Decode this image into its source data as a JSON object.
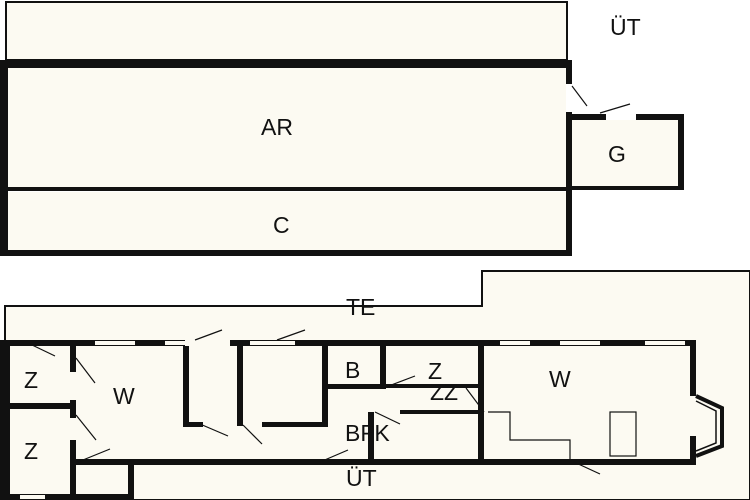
{
  "colors": {
    "floor": "#fcfaf2",
    "wall": "#111111",
    "background": "#ffffff"
  },
  "labels": {
    "ut_top": "ÜT",
    "ar": "AR",
    "g": "G",
    "c": "C",
    "te": "TE",
    "z_left_top": "Z",
    "z_left_bottom": "Z",
    "w_left": "W",
    "b": "B",
    "z_mid": "Z",
    "zz": "ZZ",
    "w_right": "W",
    "bfk": "BFK",
    "ut_bottom": "ÜT"
  }
}
